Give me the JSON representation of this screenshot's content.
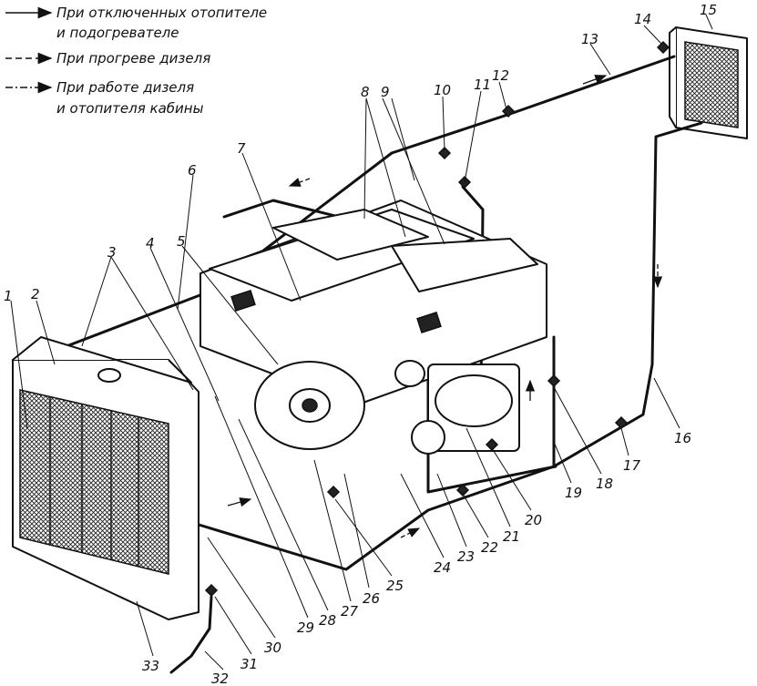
{
  "legend": [
    {
      "style": "solid",
      "lines": [
        "При отключенных отопителе",
        "и подогревателе"
      ]
    },
    {
      "style": "dashed",
      "lines": [
        "При прогреве дизеля"
      ]
    },
    {
      "style": "dashdot",
      "lines": [
        "При работе дизеля",
        "и отопителя кабины"
      ]
    }
  ],
  "callouts": [
    "1",
    "2",
    "3",
    "4",
    "5",
    "6",
    "7",
    "8",
    "9",
    "10",
    "11",
    "12",
    "13",
    "14",
    "15",
    "16",
    "17",
    "18",
    "19",
    "20",
    "21",
    "22",
    "23",
    "24",
    "25",
    "26",
    "27",
    "28",
    "29",
    "30",
    "31",
    "32",
    "33"
  ]
}
